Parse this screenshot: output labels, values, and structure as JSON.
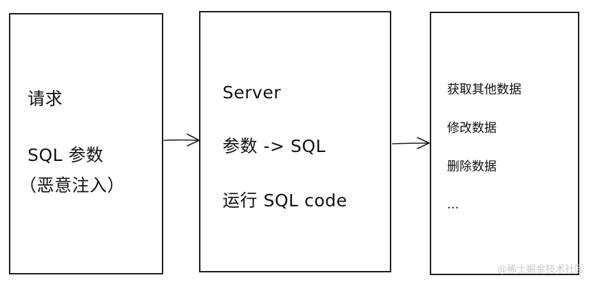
{
  "request_box": {
    "title": "请求",
    "sql_param": "SQL 参数",
    "note": "（恶意注入）"
  },
  "server_box": {
    "title": "Server",
    "param_to_sql": "参数 -> SQL",
    "run_sql": "运行 SQL code"
  },
  "result_box": {
    "items": [
      "获取其他数据",
      "修改数据",
      "删除数据",
      "..."
    ]
  },
  "watermark": "@稀土掘金技术社区",
  "colors": {
    "stroke": "#1a1a1a",
    "watermark": "#c8c8c8"
  }
}
